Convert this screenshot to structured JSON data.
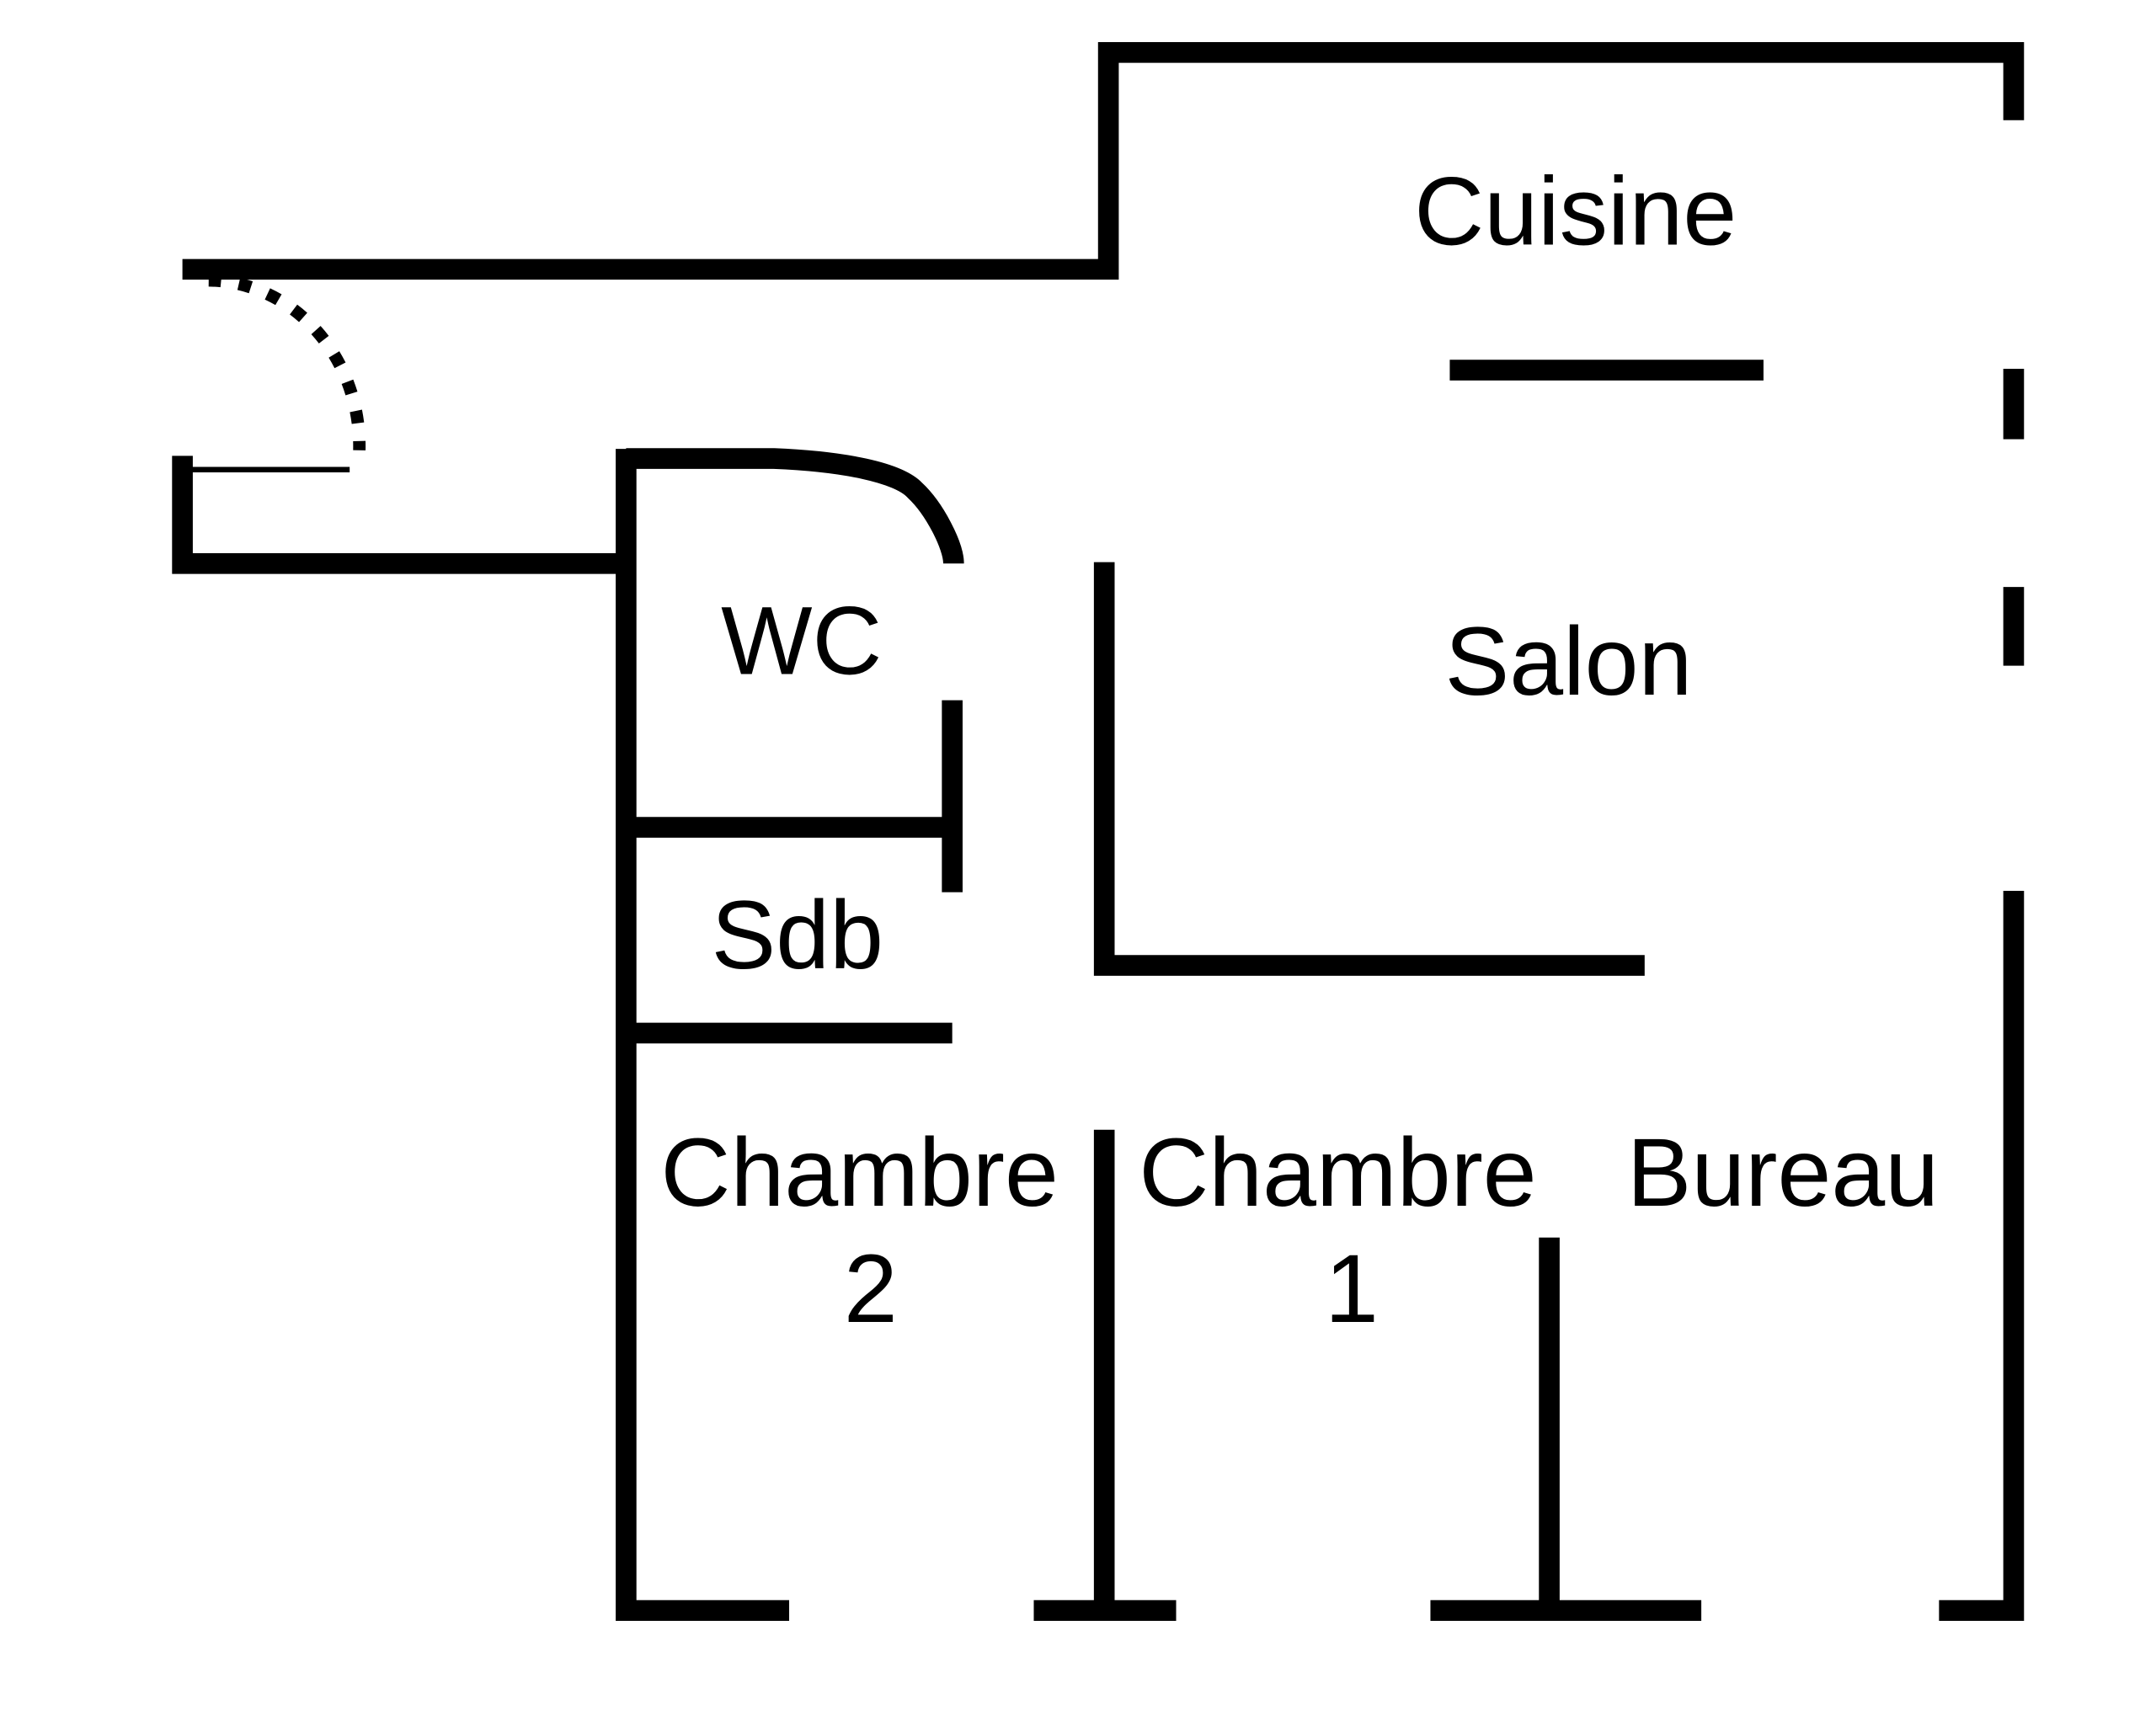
{
  "plan": {
    "rooms": {
      "cuisine": "Cuisine",
      "salon": "Salon",
      "wc": "WC",
      "sdb": "Sdb",
      "chambre2_line1": "Chambre",
      "chambre2_line2": "2",
      "chambre1_line1": "Chambre",
      "chambre1_line2": "1",
      "bureau": "Bureau"
    },
    "colors": {
      "wall": "#000000",
      "background": "#ffffff"
    }
  }
}
